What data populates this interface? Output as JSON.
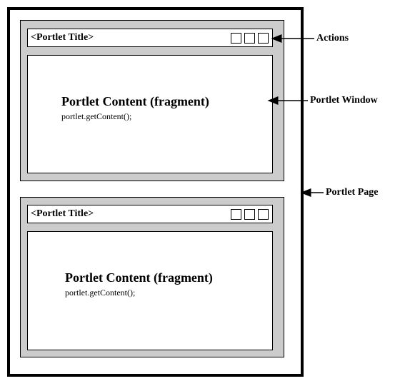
{
  "portlet_windows": [
    {
      "title": "<Portlet Title>",
      "content_heading": "Portlet Content (fragment)",
      "content_code": "portlet.getContent();",
      "actions": [
        "box",
        "box",
        "box"
      ]
    },
    {
      "title": "<Portlet Title>",
      "content_heading": "Portlet Content (fragment)",
      "content_code": "portlet.getContent();",
      "actions": [
        "box",
        "box",
        "box"
      ]
    }
  ],
  "callouts": {
    "actions": "Actions",
    "portlet_window": "Portlet Window",
    "portlet_page": "Portlet Page"
  },
  "colors": {
    "window_fill": "#cccccc",
    "frame": "#000000",
    "background": "#ffffff"
  }
}
